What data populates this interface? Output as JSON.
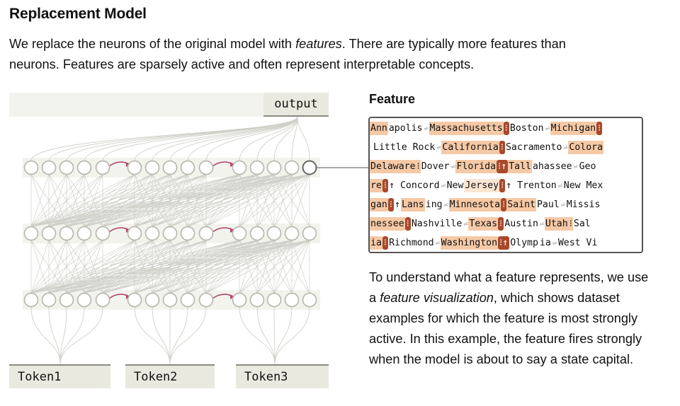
{
  "heading": "Replacement Model",
  "intro": {
    "before": "We replace the neurons of the original model with ",
    "emphasis": "features",
    "after": ". There are typically more features than neurons. Features are sparsely active and often represent interpretable concepts."
  },
  "diagram": {
    "output_label": "output",
    "tokens": [
      "Token1",
      "Token2",
      "Token3"
    ],
    "colors": {
      "node_stroke": "#b9b9b0",
      "node_fill": "#f4f4ef",
      "edge": "#cfcfc8",
      "arrow": "#b5496c",
      "highlight_node": "#666666"
    }
  },
  "feature_panel": {
    "title": "Feature",
    "rows": [
      [
        [
          "Ann",
          2
        ],
        [
          "apolis",
          0
        ],
        [
          "⏎",
          -1
        ],
        [
          "Massachusetts",
          2
        ],
        [
          "⁝",
          3
        ],
        [
          "Boston",
          0
        ],
        [
          "⏎",
          -1
        ],
        [
          "Michigan",
          2
        ],
        [
          "⁝",
          3
        ]
      ],
      [
        [
          "",
          3
        ],
        [
          "Little Rock",
          0
        ],
        [
          "⏎",
          -1
        ],
        [
          "California",
          2
        ],
        [
          "⁝",
          3
        ],
        [
          "Sacramento",
          0
        ],
        [
          "⏎",
          -1
        ],
        [
          "Colora",
          2
        ]
      ],
      [
        [
          "Delaware",
          2
        ],
        [
          "⁝",
          2
        ],
        [
          "Dover",
          0
        ],
        [
          "⏎",
          -1
        ],
        [
          "Florida",
          2
        ],
        [
          "⁝↑",
          3
        ],
        [
          "Tall",
          2
        ],
        [
          "ahassee",
          0
        ],
        [
          "⏎",
          -1
        ],
        [
          "Geo",
          0
        ]
      ],
      [
        [
          "re",
          2
        ],
        [
          "⁝",
          3
        ],
        [
          "↑ Concord",
          0
        ],
        [
          "⏎",
          -1
        ],
        [
          "New ",
          0
        ],
        [
          "Jersey",
          1
        ],
        [
          "⁝",
          3
        ],
        [
          "↑ Trenton",
          0
        ],
        [
          "⏎",
          -1
        ],
        [
          "New Mex",
          0
        ]
      ],
      [
        [
          "gan",
          2
        ],
        [
          "⁝",
          3
        ],
        [
          "↑ ",
          0
        ],
        [
          "Lans",
          2
        ],
        [
          "ing",
          0
        ],
        [
          "⏎",
          -1
        ],
        [
          "Minnesota",
          2
        ],
        [
          "⁝",
          3
        ],
        [
          "Saint",
          2
        ],
        [
          "Paul",
          0
        ],
        [
          "⏎",
          -1
        ],
        [
          "Missis",
          0
        ]
      ],
      [
        [
          "nessee",
          2
        ],
        [
          "⁝",
          3
        ],
        [
          "Nashville",
          0
        ],
        [
          "⏎",
          -1
        ],
        [
          "Texas",
          2
        ],
        [
          "⁝",
          3
        ],
        [
          "Austin",
          0
        ],
        [
          "⏎",
          -1
        ],
        [
          "Utah",
          2
        ],
        [
          "⁝",
          2
        ],
        [
          "Sal",
          0
        ]
      ],
      [
        [
          "ia",
          2
        ],
        [
          "⁝",
          3
        ],
        [
          "Richmond",
          0
        ],
        [
          "⏎",
          -1
        ],
        [
          "Washington",
          2
        ],
        [
          "⁝↑",
          3
        ],
        [
          "Olymp",
          0
        ],
        [
          "ia",
          0
        ],
        [
          "⏎",
          -1
        ],
        [
          "West Vi",
          0
        ]
      ]
    ],
    "description": {
      "before": "To understand what a feature represents, we use a ",
      "emphasis": "feature visualization",
      "after": ", which shows dataset examples for which the feature is most strongly active. In this example, the feature fires strongly when the model is about to say a state capital."
    }
  }
}
